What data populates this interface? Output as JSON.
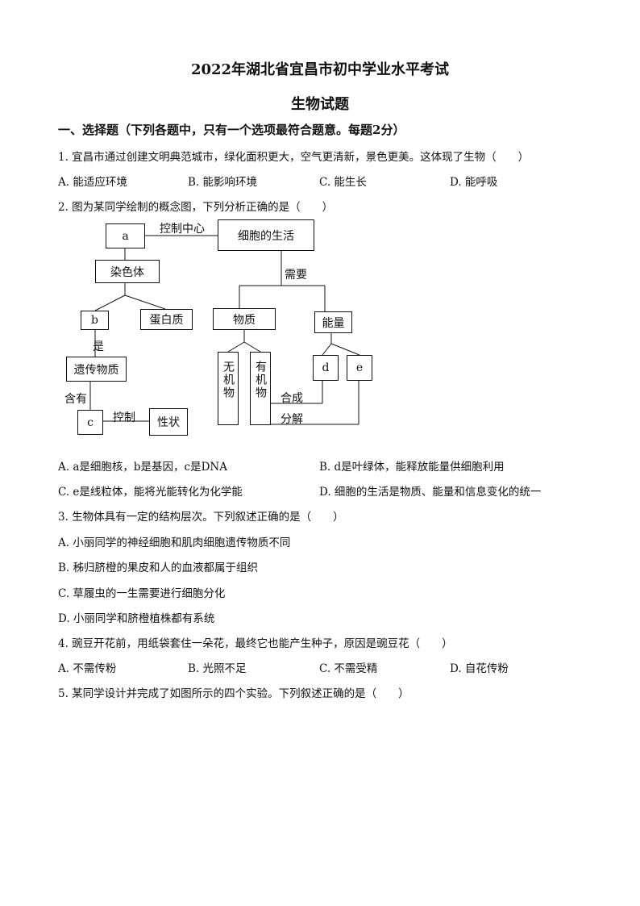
{
  "header": {
    "title": "2022年湖北省宜昌市初中学业水平考试",
    "subtitle": "生物试题"
  },
  "section1": "一、选择题（下列各题中，只有一个选项最符合题意。每题2分）",
  "q1": {
    "stem": "1. 宜昌市通过创建文明典范城市，绿化面积更大，空气更清新，景色更美。这体现了生物（　　）",
    "options": [
      "A.  能适应环境",
      "B.  能影响环境",
      "C.  能生长",
      "D.  能呼吸"
    ]
  },
  "q2": {
    "stem": "2. 图为某同学绘制的概念图，下列分析正确的是（　　）",
    "diagram": {
      "a": "a",
      "control_center": "控制中心",
      "cell_life": "细胞的生活",
      "chromosome": "染色体",
      "need": "需要",
      "b": "b",
      "protein": "蛋白质",
      "matter": "物质",
      "energy": "能量",
      "is": "是",
      "genetic_material": "遗传物质",
      "inorganic": "无机物",
      "organic": "有机物",
      "d": "d",
      "e": "e",
      "contain": "含有",
      "c": "c",
      "control": "控制",
      "trait": "性状",
      "synthesis": "合成",
      "decompose": "分解"
    },
    "options": [
      "A.  a是细胞核，b是基因，c是DNA",
      "B.  d是叶绿体，能释放能量供细胞利用",
      "C.  e是线粒体，能将光能转化为化学能",
      "D.  细胞的生活是物质、能量和信息变化的统一"
    ]
  },
  "q3": {
    "stem": "3. 生物体具有一定的结构层次。下列叙述正确的是（　　）",
    "options": [
      "A.  小丽同学的神经细胞和肌肉细胞遗传物质不同",
      "B.  秭归脐橙的果皮和人的血液都属于组织",
      "C.  草履虫的一生需要进行细胞分化",
      "D.  小丽同学和脐橙植株都有系统"
    ]
  },
  "q4": {
    "stem": "4. 豌豆开花前，用纸袋套住一朵花，最终它也能产生种子，原因是豌豆花（　　）",
    "options": [
      "A.  不需传粉",
      "B.  光照不足",
      "C.  不需受精",
      "D.  自花传粉"
    ]
  },
  "q5": {
    "stem": "5. 某同学设计并完成了如图所示的四个实验。下列叙述正确的是（　　）"
  }
}
